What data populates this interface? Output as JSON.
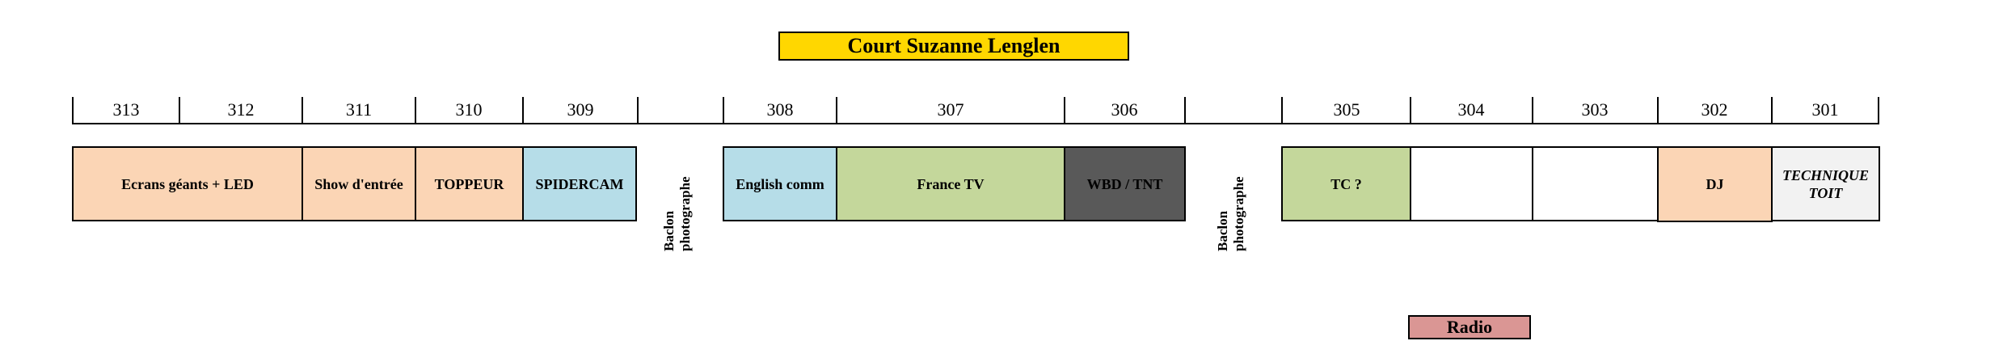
{
  "title": "Court Suzanne Lenglen",
  "ruler": {
    "numbers": [
      "313",
      "312",
      "311",
      "310",
      "309",
      "308",
      "307",
      "306",
      "305",
      "304",
      "303",
      "302",
      "301"
    ]
  },
  "boxes": {
    "ecrans": "Ecrans géants + LED",
    "show": "Show d'entrée",
    "toppeur": "TOPPEUR",
    "spidercam": "SPIDERCAM",
    "english": "English comm",
    "france_tv": "France TV",
    "wbd": "WBD / TNT",
    "tc": "TC ?",
    "box_304": "",
    "box_303": "",
    "dj": "DJ",
    "technique": "TECHNIQUE TOIT"
  },
  "balcony_labels": [
    "Baclon photographe",
    "Baclon photographe"
  ],
  "radio": "Radio",
  "colors": {
    "title_bg": "#ffd700",
    "peach": "#fbd5b5",
    "blue": "#b6dde8",
    "green": "#c4d79b",
    "dark": "#595959",
    "grey": "#f2f2f2",
    "radio_bg": "#da9694"
  }
}
